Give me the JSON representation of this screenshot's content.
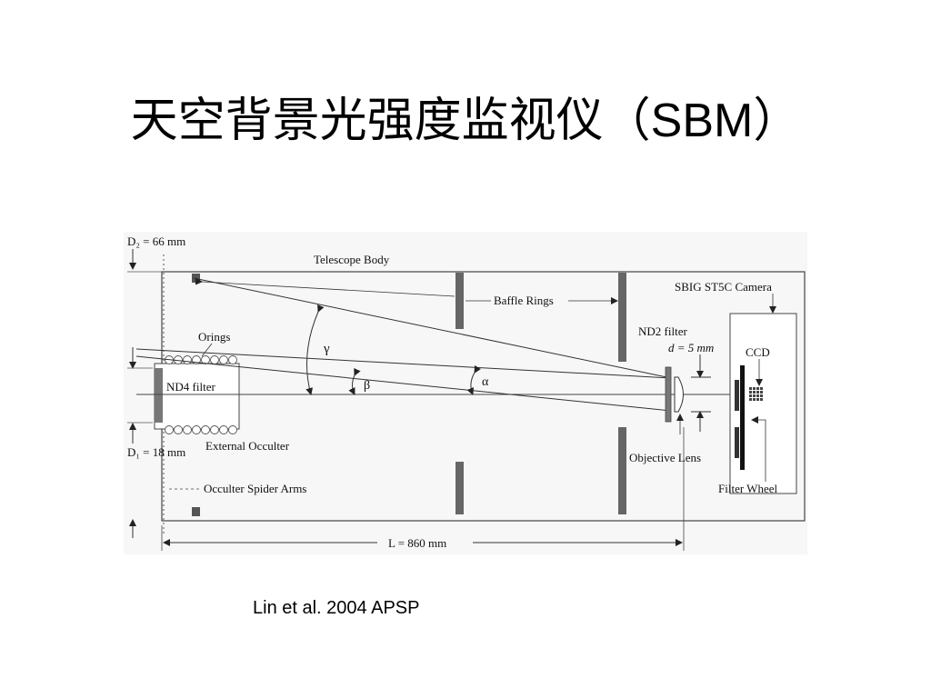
{
  "title": {
    "text_cjk": "天空背景光强度监视仪（",
    "text_latin": "SBM",
    "text_close": "）"
  },
  "diagram": {
    "labels": {
      "d2": "D₂ = 66 mm",
      "telescope_body": "Telescope Body",
      "baffle_rings": "Baffle Rings",
      "camera": "SBIG ST5C Camera",
      "nd2_filter": "ND2 filter",
      "d_value": "d = 5 mm",
      "ccd": "CCD",
      "orings": "Orings",
      "gamma": "γ",
      "beta": "β",
      "alpha": "α",
      "nd4_filter": "ND4 filter",
      "d1": "D₁ = 18 mm",
      "external_occulter": "External Occulter",
      "objective_lens": "Objective Lens",
      "spider_arms": "Occulter Spider Arms",
      "filter_wheel": "Filter Wheel",
      "length": "L = 860 mm"
    }
  },
  "citation": "Lin et al. 2004 APSP"
}
